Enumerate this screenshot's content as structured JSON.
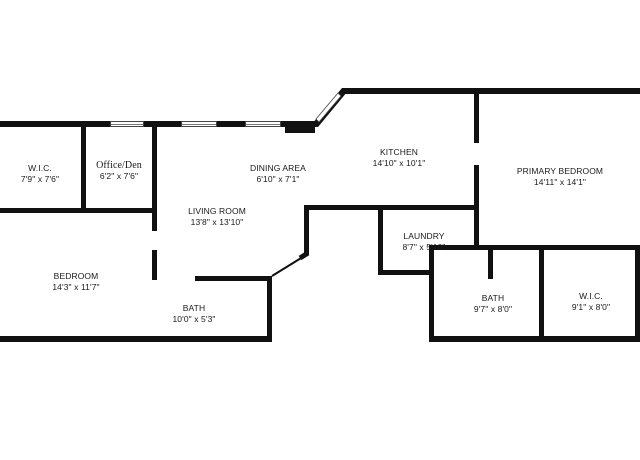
{
  "floorplan": {
    "rooms": [
      {
        "id": "wic-left",
        "name": "W.I.C.",
        "dims": "7'9\" x 7'6\""
      },
      {
        "id": "office-den",
        "name": "Office/Den",
        "dims": "6'2\" x 7'6\""
      },
      {
        "id": "dining-area",
        "name": "DINING AREA",
        "dims": "6'10\" x 7'1\""
      },
      {
        "id": "kitchen",
        "name": "KITCHEN",
        "dims": "14'10\" x 10'1\""
      },
      {
        "id": "primary-bedroom",
        "name": "PRIMARY BEDROOM",
        "dims": "14'11\" x 14'1\""
      },
      {
        "id": "living-room",
        "name": "LIVING ROOM",
        "dims": "13'8\" x 13'10\""
      },
      {
        "id": "bedroom",
        "name": "BEDROOM",
        "dims": "14'3\" x 11'7\""
      },
      {
        "id": "laundry",
        "name": "LAUNDRY",
        "dims": "8'7\" x 5'10\""
      },
      {
        "id": "bath-left",
        "name": "BATH",
        "dims": "10'0\" x 5'3\""
      },
      {
        "id": "bath-right",
        "name": "BATH",
        "dims": "9'7\" x 8'0\""
      },
      {
        "id": "wic-right",
        "name": "W.I.C.",
        "dims": "9'1\" x 8'0\""
      }
    ]
  }
}
